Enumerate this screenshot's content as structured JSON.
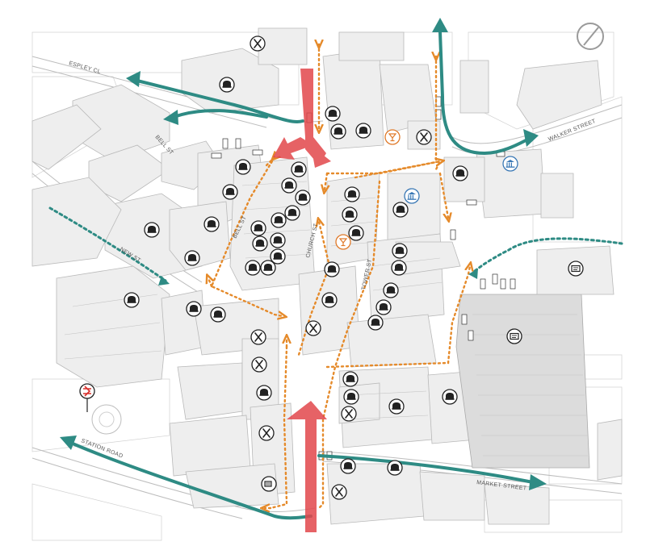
{
  "streets": [
    {
      "id": "espley-cl",
      "label": "ESPLEY CL"
    },
    {
      "id": "bell-st",
      "label": "BELL ST"
    },
    {
      "id": "new-st",
      "label": "NEW ST"
    },
    {
      "id": "bell-st-2",
      "label": "BELL ST"
    },
    {
      "id": "church-st",
      "label": "CHURCH ST"
    },
    {
      "id": "tower-st",
      "label": "TOWER ST"
    },
    {
      "id": "walker-street",
      "label": "WALKER STREET"
    },
    {
      "id": "station-road",
      "label": "STATION ROAD"
    },
    {
      "id": "market-street",
      "label": "MARKET STREET"
    }
  ],
  "colors": {
    "vehicle_route": "#2e8b84",
    "pedestrian_route": "#e58a2a",
    "main_access": "#e2474b",
    "icon_stroke": "#222222",
    "special_icon_orange": "#e07a2a",
    "special_icon_blue": "#3a78b5",
    "rail_icon": "#d9302c"
  },
  "icons": {
    "shop": "shop-awning-icon",
    "restaurant": "knife-fork-icon",
    "bar": "cocktail-glass-icon",
    "civic": "civic-building-icon",
    "cinema": "cinema-icon",
    "cafe": "coffee-cup-icon",
    "rail": "national-rail-icon",
    "compass": "compass-icon"
  }
}
